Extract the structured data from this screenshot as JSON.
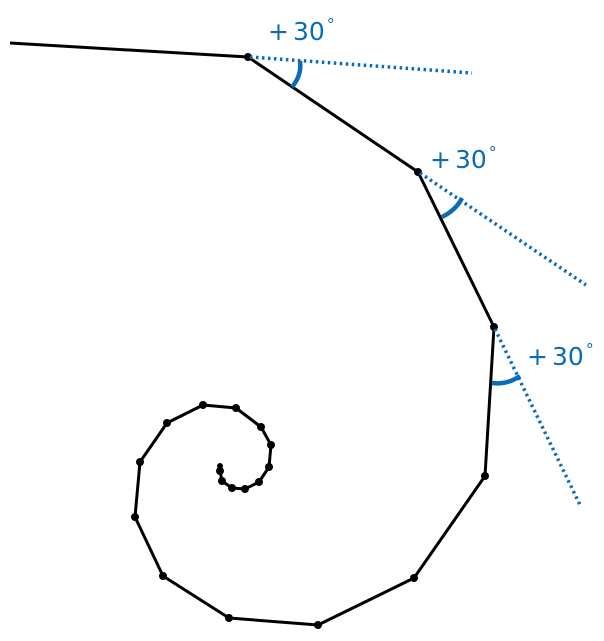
{
  "diagram": {
    "colors": {
      "path": "#000000",
      "accent": "#0a6cb8"
    },
    "annotations": [
      {
        "sign": "+",
        "value": "30",
        "unit": "°"
      },
      {
        "sign": "+",
        "value": "30",
        "unit": "°"
      },
      {
        "sign": "+",
        "value": "30",
        "unit": "°"
      }
    ]
  }
}
